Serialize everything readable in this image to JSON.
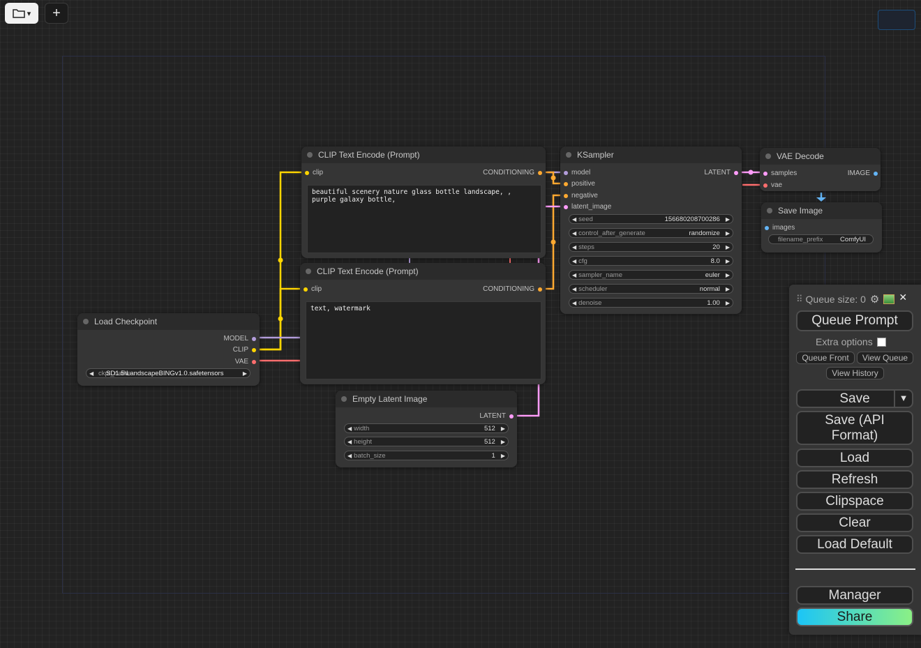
{
  "toolbar": {
    "folder_icon": "folder-icon",
    "folder_caret": "▾",
    "add_label": "+"
  },
  "colors": {
    "clip": "#ffd500",
    "conditioning": "#ffa931",
    "model": "#b39ddb",
    "vae": "#ff6e6e",
    "latent": "#ff9cf9",
    "image": "#64b5f6"
  },
  "nodes": {
    "clip_pos": {
      "title": "CLIP Text Encode (Prompt)",
      "in_clip": "clip",
      "out": "CONDITIONING",
      "text": "beautiful scenery nature glass bottle landscape, , purple galaxy bottle,"
    },
    "clip_neg": {
      "title": "CLIP Text Encode (Prompt)",
      "in_clip": "clip",
      "out": "CONDITIONING",
      "text": "text, watermark"
    },
    "ksampler": {
      "title": "KSampler",
      "in_model": "model",
      "in_positive": "positive",
      "in_negative": "negative",
      "in_latent": "latent_image",
      "out": "LATENT",
      "seed_label": "seed",
      "seed": "156680208700286",
      "cag_label": "control_after_generate",
      "cag": "randomize",
      "steps_label": "steps",
      "steps": "20",
      "cfg_label": "cfg",
      "cfg": "8.0",
      "sampler_label": "sampler_name",
      "sampler": "euler",
      "scheduler_label": "scheduler",
      "scheduler": "normal",
      "denoise_label": "denoise",
      "denoise": "1.00"
    },
    "vae_decode": {
      "title": "VAE Decode",
      "in_samples": "samples",
      "in_vae": "vae",
      "out": "IMAGE"
    },
    "save_image": {
      "title": "Save Image",
      "in_images": "images",
      "prefix_label": "filename_prefix",
      "prefix": "ComfyUI"
    },
    "load_ckpt": {
      "title": "Load Checkpoint",
      "out_model": "MODEL",
      "out_clip": "CLIP",
      "out_vae": "VAE",
      "ckpt_label": "ckpt_name",
      "ckpt": "SD1.5\\LandscapeBINGv1.0.safetensors"
    },
    "empty_latent": {
      "title": "Empty Latent Image",
      "out": "LATENT",
      "width_label": "width",
      "width": "512",
      "height_label": "height",
      "height": "512",
      "batch_label": "batch_size",
      "batch": "1"
    }
  },
  "panel": {
    "queue_size": "Queue size: 0",
    "queue_prompt": "Queue Prompt",
    "extra_options": "Extra options",
    "queue_front": "Queue Front",
    "view_queue": "View Queue",
    "view_history": "View History",
    "save": "Save",
    "save_api": "Save (API Format)",
    "load": "Load",
    "refresh": "Refresh",
    "clipspace": "Clipspace",
    "clear": "Clear",
    "load_default": "Load Default",
    "manager": "Manager",
    "share": "Share"
  }
}
